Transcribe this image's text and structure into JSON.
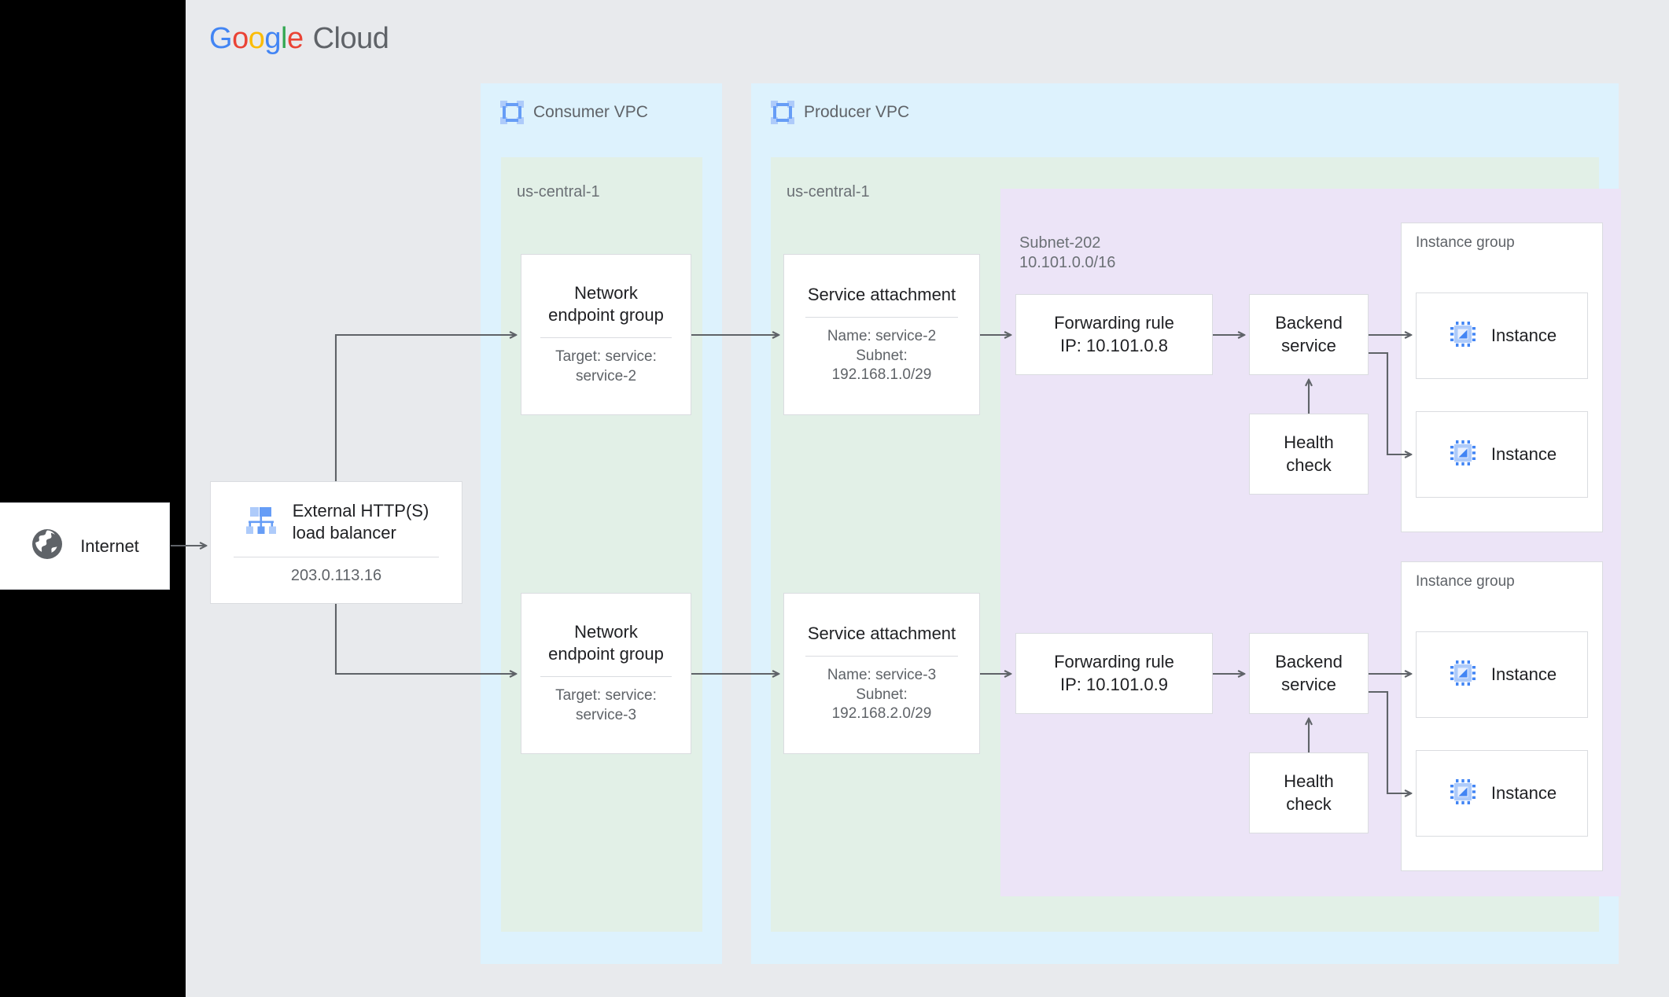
{
  "brand": {
    "name_parts": [
      "G",
      "o",
      "o",
      "g",
      "l",
      "e"
    ],
    "cloud": "Cloud",
    "colors": {
      "blue": "#4285f4",
      "red": "#ea4335",
      "yellow": "#fbbc05",
      "green": "#34a853",
      "grey": "#5f6368"
    }
  },
  "canvas": {
    "background": "#e8eaed",
    "outside_background": "#000000"
  },
  "internet": {
    "label": "Internet",
    "icon": "globe-icon"
  },
  "load_balancer": {
    "title_line1": "External HTTP(S)",
    "title_line2": "load balancer",
    "ip": "203.0.113.16",
    "icon": "load-balancer-icon"
  },
  "consumer_vpc": {
    "label": "Consumer VPC",
    "icon": "vpc-icon",
    "color": "#ddf2fd",
    "region": {
      "label": "us-central-1",
      "color": "#e2f0e7"
    },
    "negs": [
      {
        "title_line1": "Network",
        "title_line2": "endpoint group",
        "sub_line1": "Target: service:",
        "sub_line2": "service-2"
      },
      {
        "title_line1": "Network",
        "title_line2": "endpoint group",
        "sub_line1": "Target: service:",
        "sub_line2": "service-3"
      }
    ]
  },
  "producer_vpc": {
    "label": "Producer VPC",
    "icon": "vpc-icon",
    "color": "#ddf2fd",
    "region": {
      "label": "us-central-1",
      "color": "#e2f0e7"
    },
    "subnet": {
      "name": "Subnet-202",
      "cidr": "10.101.0.0/16",
      "color": "#ece4f7"
    },
    "service_attachments": [
      {
        "title": "Service attachment",
        "name": "Name: service-2",
        "subnet_label": "Subnet:",
        "subnet_cidr": "192.168.1.0/29"
      },
      {
        "title": "Service attachment",
        "name": "Name: service-3",
        "subnet_label": "Subnet:",
        "subnet_cidr": "192.168.2.0/29"
      }
    ],
    "forwarding_rules": [
      {
        "title": "Forwarding rule",
        "ip": "IP: 10.101.0.8"
      },
      {
        "title": "Forwarding rule",
        "ip": "IP: 10.101.0.9"
      }
    ],
    "backend_services": [
      {
        "title_line1": "Backend",
        "title_line2": "service"
      },
      {
        "title_line1": "Backend",
        "title_line2": "service"
      }
    ],
    "health_checks": [
      {
        "title_line1": "Health",
        "title_line2": "check"
      },
      {
        "title_line1": "Health",
        "title_line2": "check"
      }
    ],
    "instance_groups": [
      {
        "title": "Instance group",
        "instances": [
          {
            "label": "Instance"
          },
          {
            "label": "Instance"
          }
        ]
      },
      {
        "title": "Instance group",
        "instances": [
          {
            "label": "Instance"
          },
          {
            "label": "Instance"
          }
        ]
      }
    ]
  }
}
